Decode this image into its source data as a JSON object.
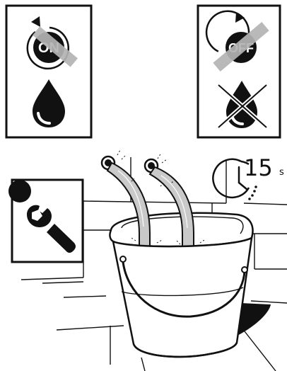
{
  "panels": {
    "left": {
      "switch_label": "ON"
    },
    "right": {
      "switch_label": "OFF"
    }
  },
  "timer": {
    "value": "15",
    "unit": "s"
  },
  "colors": {
    "ink": "#111111",
    "strike": "#b3b3b3",
    "water": "#c9c9c9",
    "background": "#ffffff"
  },
  "icons": [
    "power-on-icon",
    "water-drop-icon",
    "power-off-icon",
    "no-water-icon",
    "stopwatch-icon",
    "wrench-icon"
  ]
}
